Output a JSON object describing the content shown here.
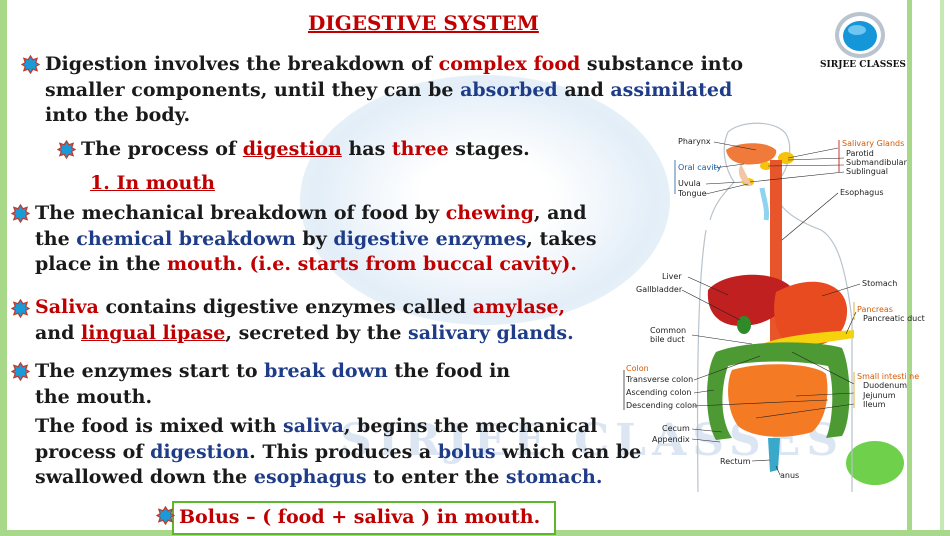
{
  "header": {
    "title": "DIGESTIVE SYSTEM",
    "logo_text": "SIRJEE CLASSES"
  },
  "watermark": "SIRJEE CLASSES",
  "p1": {
    "a": "Digestion involves the breakdown of ",
    "b": "complex food",
    "c": " substance into",
    "d": "smaller components, until they can be ",
    "e": "absorbed",
    "f": " and ",
    "g": "assimilated",
    "h": "into the body."
  },
  "p2": {
    "a": "The process of ",
    "b": "digestion",
    "c": " has ",
    "d": "three",
    "e": " stages."
  },
  "stage1": "1. In mouth",
  "p3": {
    "a": "The mechanical breakdown of food by ",
    "b": "chewing",
    "c": ", and",
    "d": "the ",
    "e": "chemical breakdown",
    "f": " by ",
    "g": "digestive enzymes",
    "h": ", takes",
    "i": "place in the ",
    "j": "mouth. (i.e. starts from buccal cavity)."
  },
  "p4": {
    "a": "Saliva",
    "b": " contains digestive enzymes called ",
    "c": "amylase,",
    "d": "and ",
    "e": "lingual lipase",
    "f": ", secreted by the ",
    "g": "salivary glands."
  },
  "p5": {
    "a": "The enzymes start to ",
    "b": "break down",
    "c": " the food in",
    "d": "the mouth."
  },
  "p6": {
    "a": "The food is mixed with ",
    "b": "saliva",
    "c": ", begins the mechanical",
    "d": "process of ",
    "e": "digestion",
    "f": ". This produces a ",
    "g": "bolus",
    "h": " which can be",
    "i": "swallowed down the ",
    "j": "esophagus",
    "k": " to enter the ",
    "l": "stomach."
  },
  "bolus": "Bolus – ( food + saliva ) in mouth.",
  "diagram": {
    "pharynx": "Pharynx",
    "oral_cavity": "Oral cavity",
    "uvula": "Uvula",
    "tongue": "Tongue",
    "salivary_glands": "Salivary Glands",
    "parotid": "Parotid",
    "submandibular": "Submandibular",
    "sublingual": "Sublingual",
    "esophagus": "Esophagus",
    "liver": "Liver",
    "gallbladder": "Gallbladder",
    "stomach": "Stomach",
    "pancreas": "Pancreas",
    "pancreatic_duct": "Pancreatic duct",
    "common_bile_duct_1": "Common",
    "common_bile_duct_2": "bile duct",
    "colon": "Colon",
    "transverse_colon": "Transverse colon",
    "ascending_colon": "Ascending colon",
    "descending_colon": "Descending colon",
    "small_intestine": "Small intesti ne",
    "duodenum": "Duodenum",
    "jejunum": "Jejunum",
    "ileum": "Ileum",
    "cecum": "Cecum",
    "appendix": "Appendix",
    "rectum": "Rectum",
    "anus": "anus"
  },
  "colors": {
    "title": "#c00000",
    "highlight_red": "#c00000",
    "highlight_blue": "#1f3c88",
    "frame_green": "#a8d98a",
    "bullet": "#1a9ad6",
    "bolus_border": "#5cb82a"
  }
}
